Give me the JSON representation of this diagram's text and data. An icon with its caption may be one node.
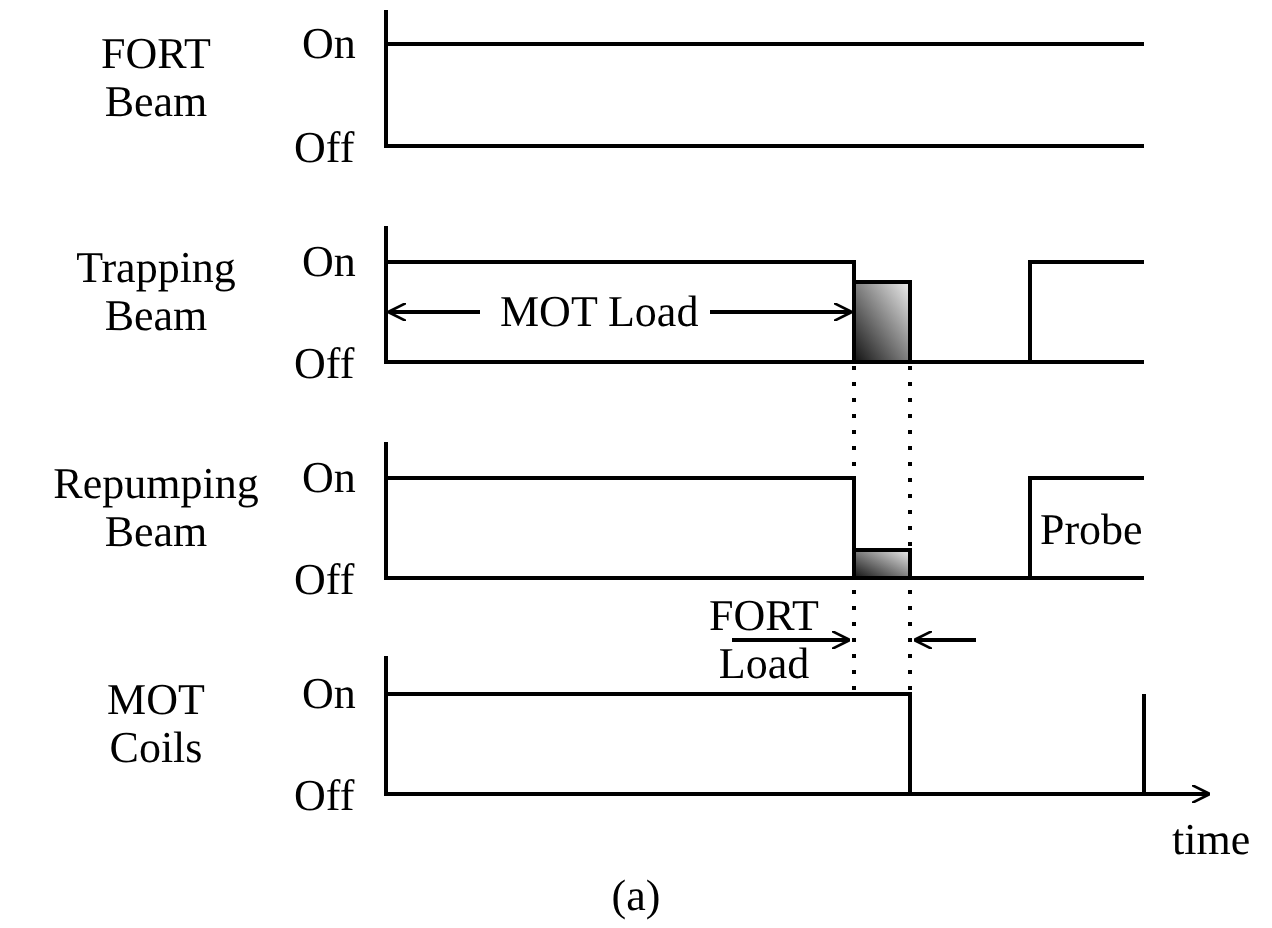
{
  "diagram": {
    "caption": "(a)",
    "labels": [
      "FORT Beam",
      "On",
      "Off",
      "Trapping Beam",
      "On",
      "MOT Load",
      "Off",
      "Repumping Beam",
      "On",
      "Probe",
      "Off",
      "FORT Load",
      "MOT Coils",
      "On",
      "Off",
      "time"
    ]
  }
}
